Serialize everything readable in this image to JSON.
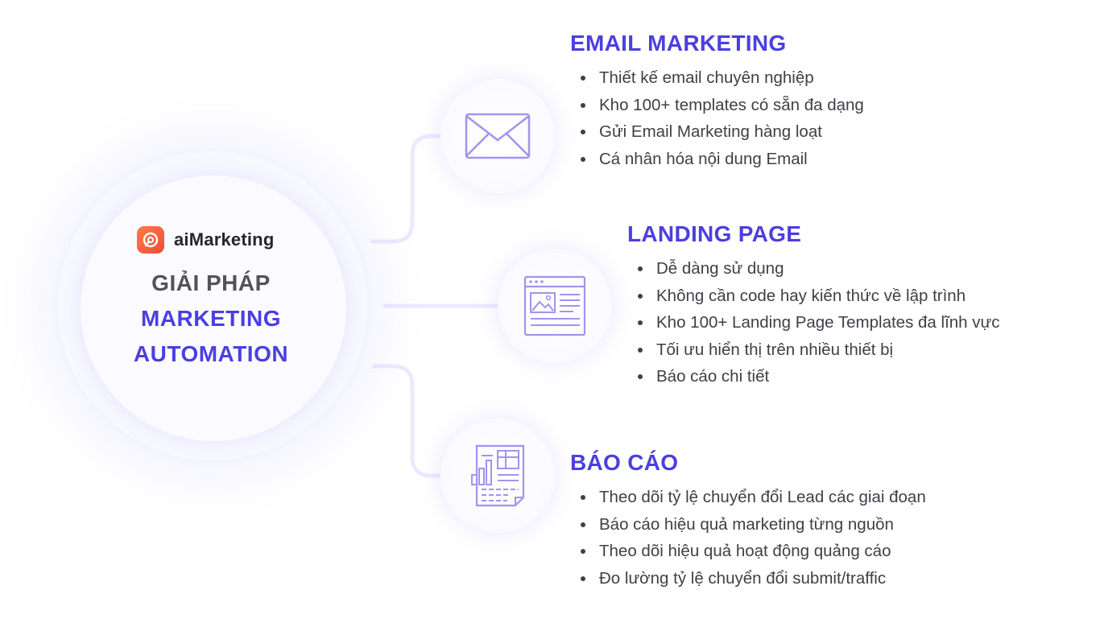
{
  "hub": {
    "brand": "aiMarketing",
    "title_line1": "GIẢI PHÁP",
    "title_line2": "MARKETING",
    "title_line3": "AUTOMATION",
    "logo_icon": "ai-marketing-logo-icon"
  },
  "colors": {
    "accent": "#4b3fe0",
    "icon": "#9f95ef",
    "connector": "#ebeaff",
    "text": "#3f3f46",
    "logo": "#f04d3a"
  },
  "sections": [
    {
      "title": "EMAIL MARKETING",
      "icon": "envelope-icon",
      "items": [
        "Thiết kế email chuyên nghiệp",
        "Kho 100+ templates có sẵn đa dạng",
        "Gửi Email Marketing hàng loạt",
        "Cá nhân hóa nội dung Email"
      ]
    },
    {
      "title": "LANDING PAGE",
      "icon": "landing-page-icon",
      "items": [
        "Dễ dàng sử dụng",
        "Không cần code hay kiến thức về lập trình",
        "Kho 100+ Landing Page Templates đa lĩnh vực",
        "Tối ưu hiển thị trên nhiều thiết bị",
        "Báo cáo chi tiết"
      ]
    },
    {
      "title": "BÁO CÁO",
      "icon": "report-icon",
      "items": [
        "Theo dõi tỷ lệ chuyển đổi Lead các giai đoạn",
        "Báo cáo hiệu quả marketing từng nguồn",
        "Theo dõi hiệu quả hoạt động quảng cáo",
        "Đo lường tỷ lệ chuyển đổi submit/traffic"
      ]
    }
  ]
}
